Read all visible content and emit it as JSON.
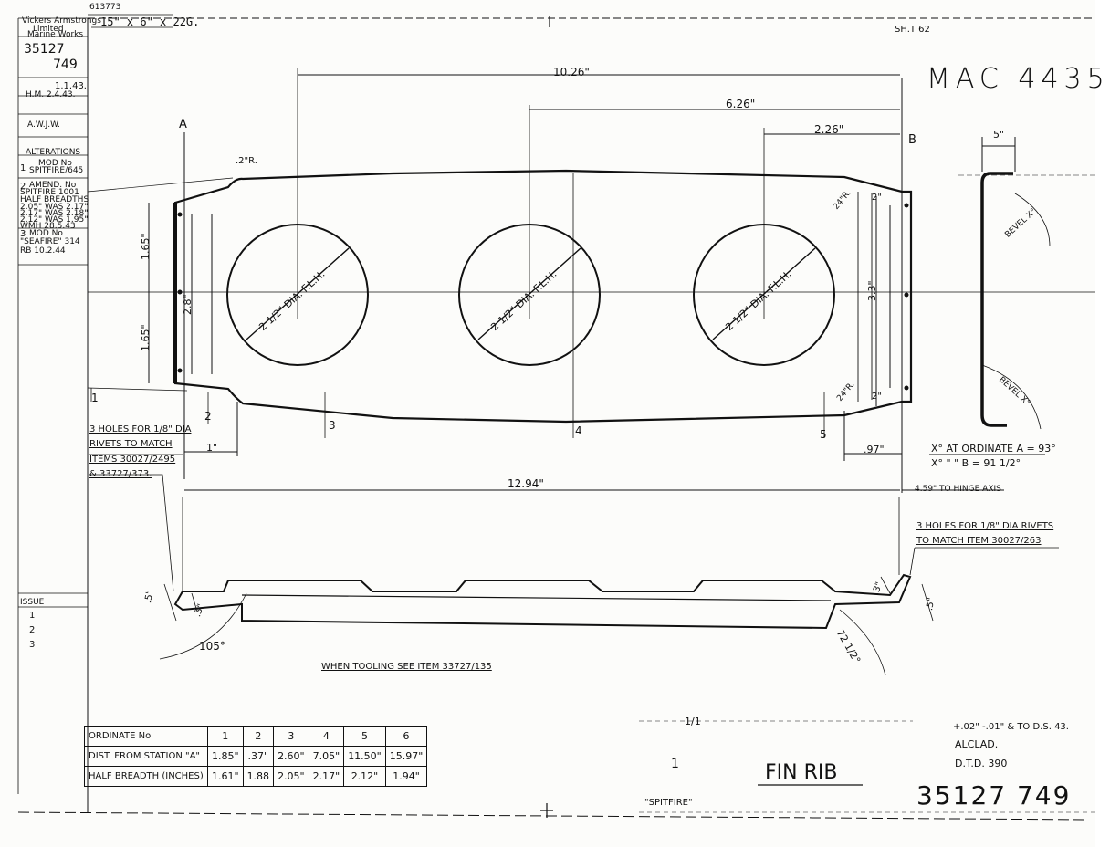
{
  "title_block": {
    "company_line1": "Vickers Armstrongs",
    "company_line2": "Limited",
    "company_line3": "Marine Works",
    "sheet_ref": "613773",
    "material_size": "15\" x 6\" x 22G.",
    "sheet_no": "SH.T 62",
    "drawing_no_top": "35127",
    "drawing_no_sub": "749",
    "date": "1.1.43.",
    "checked": "H.M. 2.4.43.",
    "drawn_by": "A.W.J.W.",
    "alterations_label": "ALTERATIONS",
    "alt1_no": "1",
    "alt1_line1": "MOD No",
    "alt1_line2": "SPITFIRE/645",
    "alt2_no": "2",
    "alt2_line1": "AMEND. No",
    "alt2_line2": "SPITFIRE 1001",
    "alt2_line3": "HALF BREADTHS",
    "alt2_line4": "2.05\" WAS 2.17\"",
    "alt2_line5": "2.17\" WAS 2.18\"",
    "alt2_line6": "2.12\" WAS 1.95\"",
    "alt2_line7": "WMH 28.5.43",
    "alt3_no": "3",
    "alt3_line1": "MOD No",
    "alt3_line2": "\"SEAFIRE\" 314",
    "alt3_line3": "RB 10.2.44",
    "issue_label": "ISSUE",
    "issue_rows": [
      "1",
      "2",
      "3"
    ],
    "mac_number": "MAC 4435",
    "part_title": "FIN RIB",
    "aircraft": "\"SPITFIRE\"",
    "quantity": "1",
    "scale": "1/1",
    "tolerance": "+.02\" -.01\" & TO D.S. 43.",
    "material": "ALCLAD.",
    "spec": "D.T.D. 390",
    "drawing_no_large": "35127 749"
  },
  "dimensions": {
    "d_10_26": "10.26\"",
    "d_6_26": "6.26\"",
    "d_2_26": "2.26\"",
    "d_12_94": "12.94\"",
    "d_1": "1\"",
    "d_97": ".97\"",
    "d_459": "4.59\" TO HINGE AXIS",
    "d_165_top": "1.65\"",
    "d_165_bot": "1.65\"",
    "d_28": "2.8\"",
    "d_33": "3.3\"",
    "d_2_top": "2\"",
    "d_2_bot": "2\"",
    "d_5_section": "5\"",
    "r_2": ".2\"R.",
    "r_24_top": "24\"R.",
    "r_24_bot": "24\"R.",
    "hole_label": "2 1/2\" DIA. F.L.H.",
    "bevel_label": "BEVEL X°",
    "d_5_left": ".5\"",
    "d_3_left": ".3\"",
    "d_3_right": ".3\"",
    "d_5_right": ".5\"",
    "angle_105": "105°",
    "angle_725": "72 1/2°"
  },
  "labels": {
    "station_a": "A",
    "station_b": "B",
    "ord_1": "1",
    "ord_2": "2",
    "ord_3": "3",
    "ord_4": "4",
    "ord_5": "5",
    "note_holes_left_1": "3 HOLES FOR 1/8\" DIA",
    "note_holes_left_2": "RIVETS TO MATCH",
    "note_holes_left_3": "ITEMS 30027/2495",
    "note_holes_left_4": "& 33727/373.",
    "note_holes_right_1": "3 HOLES FOR 1/8\" DIA RIVETS",
    "note_holes_right_2": "TO MATCH ITEM 30027/263",
    "bevel_note_1": "X° AT ORDINATE A = 93°",
    "bevel_note_2": "X°   \"    \"    B = 91 1/2°",
    "tooling_note": "WHEN TOOLING SEE ITEM 33727/135"
  },
  "ordinate_table": {
    "row_labels": [
      "ORDINATE No",
      "DIST. FROM STATION \"A\"",
      "HALF BREADTH (INCHES)"
    ],
    "ordinates": [
      "1",
      "2",
      "3",
      "4",
      "5",
      "6"
    ],
    "dist_from_a": [
      "1.85\"",
      ".37\"",
      "2.60\"",
      "7.05\"",
      "11.50\"",
      "15.97\""
    ],
    "half_breadth": [
      "1.61\"",
      "1.88",
      "2.05\"",
      "2.17\"",
      "2.12\"",
      "1.94\""
    ]
  }
}
